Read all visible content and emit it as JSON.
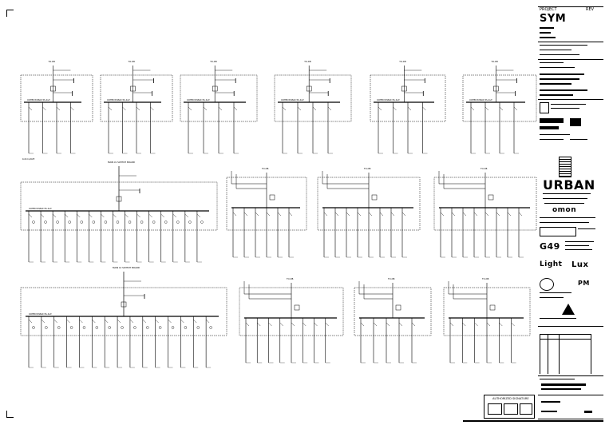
{
  "sheet": {
    "small_panel_heading": "TO-DB",
    "cable_label": "4x16 Cu/XLPE",
    "large_panel_heading": "MAIN LV SWITCH BOARD",
    "busbar_label": "COPPER BUSBAR 3P+N+E"
  },
  "title_block": {
    "project_header": "PROJECT",
    "project_code": "SYM",
    "revision_header": "REV",
    "logos": {
      "urban": "URBAN",
      "omon": "omon",
      "g49": "G49",
      "light": "Light",
      "lux": "Lux",
      "pm": "PM"
    },
    "stamp_title": "AUTHORIZED SIGNATURE"
  }
}
